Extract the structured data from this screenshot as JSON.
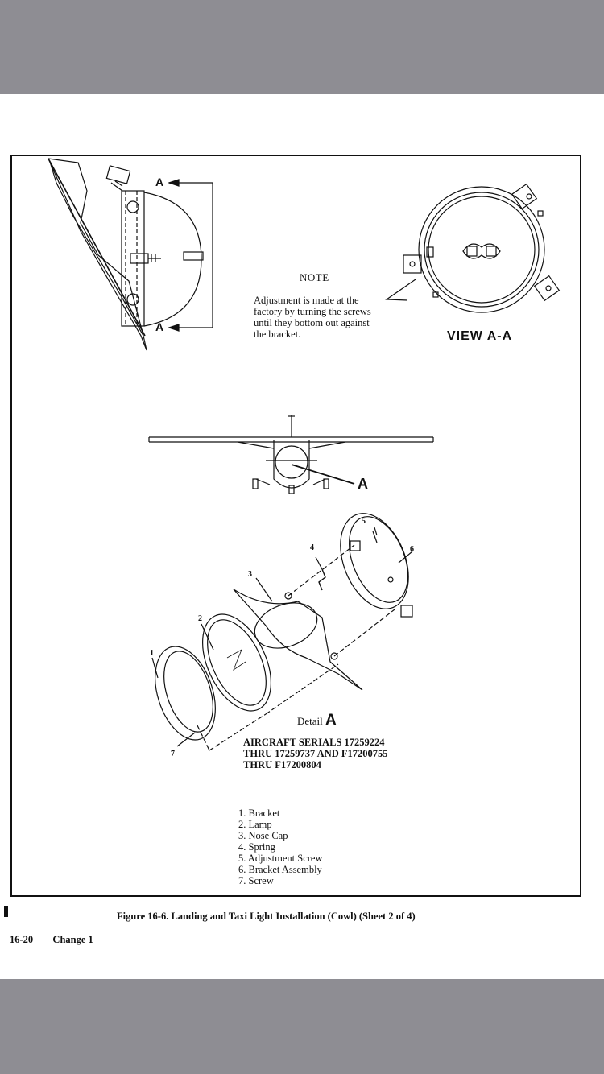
{
  "note": {
    "title": "NOTE",
    "lines": [
      "Adjustment is made at the",
      "factory by turning the screws",
      "until they bottom out against",
      "the bracket."
    ]
  },
  "view_label": "VIEW A-A",
  "callouts": {
    "section": "A",
    "detail": "A"
  },
  "item_numbers": [
    "1",
    "2",
    "3",
    "4",
    "5",
    "6",
    "7"
  ],
  "detail": {
    "prefix": "Detail",
    "letter": "A",
    "serial_lines": [
      "AIRCRAFT SERIALS 17259224",
      "THRU 17259737 AND F17200755",
      "THRU F17200804"
    ]
  },
  "legend": [
    "1. Bracket",
    "2. Lamp",
    "3. Nose Cap",
    "4. Spring",
    "5. Adjustment Screw",
    "6. Bracket Assembly",
    "7. Screw"
  ],
  "caption": "Figure 16-6.   Landing and Taxi Light Installation (Cowl) (Sheet 2 of 4)",
  "footer": {
    "page_number": "16-20",
    "change": "Change 1"
  }
}
